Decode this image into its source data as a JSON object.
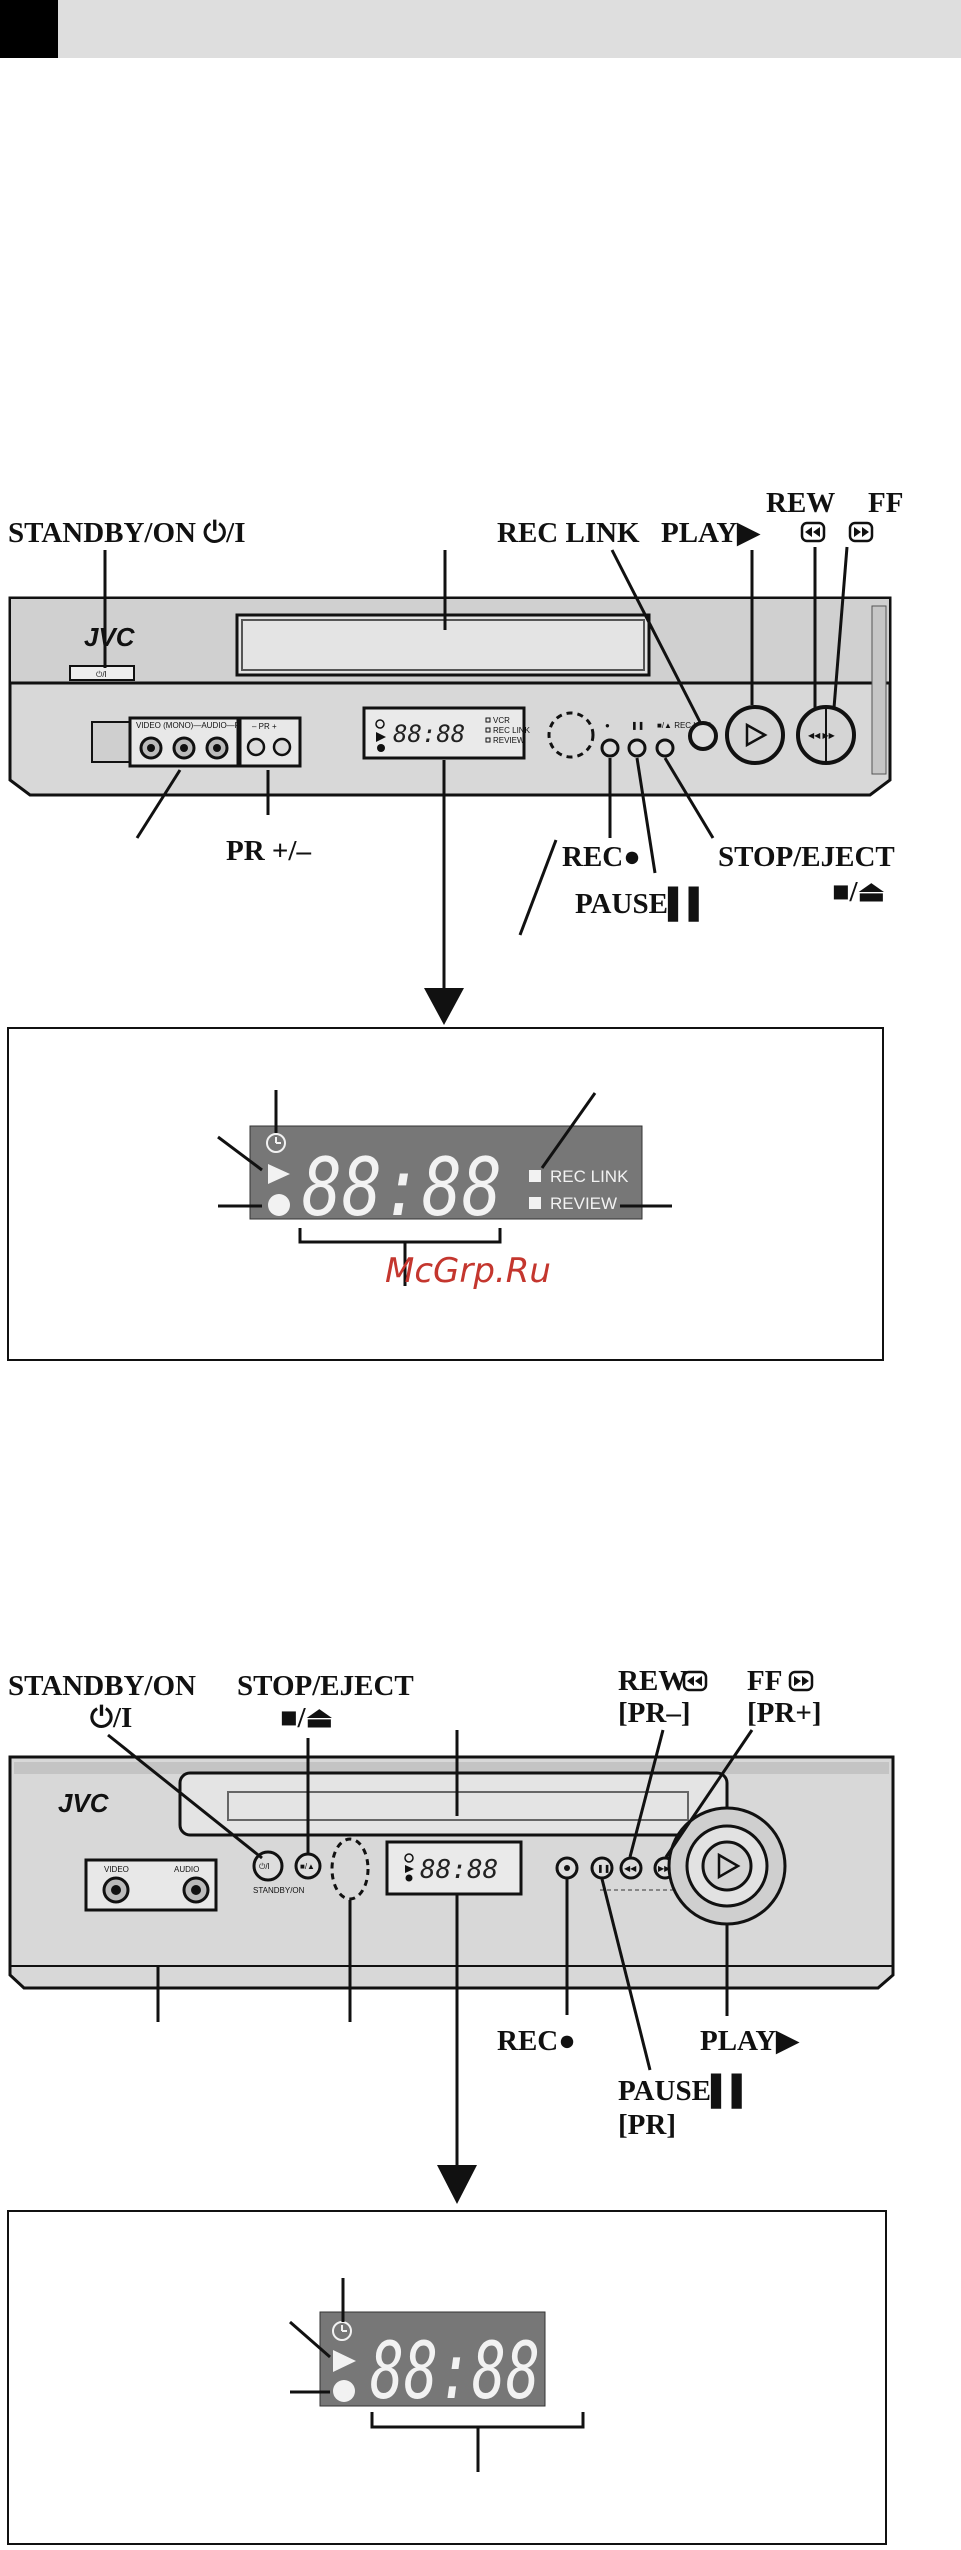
{
  "header": {
    "bar_color": "#dedede",
    "tab_color": "#000000"
  },
  "vcr1": {
    "logo": "JVC",
    "labels": {
      "standby": "STANDBY/ON ⏻/I",
      "rec_link": "REC LINK",
      "play": "PLAY▶",
      "rew": "REW",
      "ff": "FF",
      "pr": "PR +/–",
      "rec": "REC●",
      "pause": "PAUSE▌▌",
      "stop_eject": "STOP/EJECT",
      "stop_eject_symbols": "■/⏏"
    },
    "small_display": {
      "time": "88:88",
      "indicators": [
        "VCR",
        "REC LINK",
        "REVIEW"
      ]
    },
    "jack_label": "VIDEO (MONO)—AUDIO—R",
    "pr_label": "– PR +"
  },
  "display1": {
    "time": "88:88",
    "indicators": [
      "REC LINK",
      "REVIEW"
    ]
  },
  "watermark": "McGrp.Ru",
  "vcr2": {
    "logo": "JVC",
    "labels": {
      "standby_line1": "STANDBY/ON",
      "standby_line2": "⏻/I",
      "stop_eject_line1": "STOP/EJECT",
      "stop_eject_line2": "■/⏏",
      "rew_line1": "REW",
      "rew_line2": "[PR–]",
      "ff_line1": "FF",
      "ff_line2": "[PR+]",
      "rec": "REC●",
      "play": "PLAY▶",
      "pause_line1": "PAUSE▌▌",
      "pause_line2": "[PR]"
    },
    "small_display": {
      "time": "88:88"
    },
    "jack_labels": [
      "VIDEO",
      "AUDIO"
    ],
    "standby_small": "STANDBY/ON"
  },
  "display2": {
    "time": "88:88"
  }
}
